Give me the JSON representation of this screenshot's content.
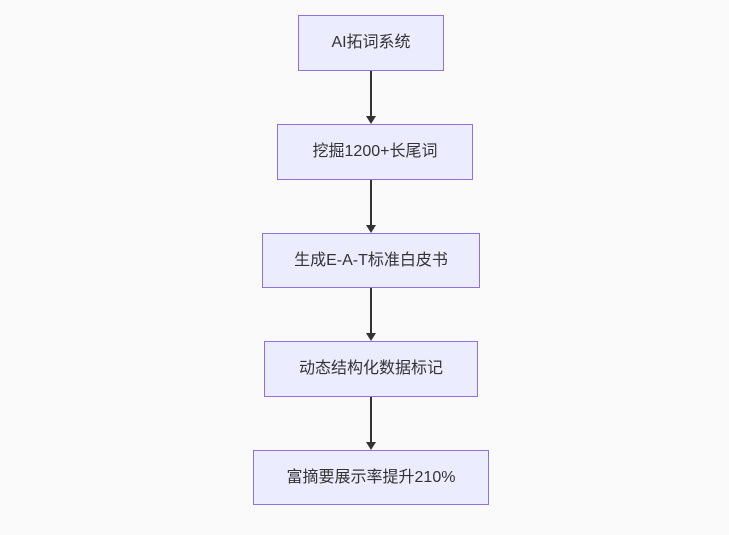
{
  "colors": {
    "canvas_bg": "#fafafa",
    "node_fill": "#ECECFF",
    "node_border": "#9370DB",
    "edge_color": "#333333",
    "text_color": "#333333"
  },
  "flowchart": {
    "type": "flowchart",
    "direction": "top-down",
    "nodes": [
      {
        "id": "A",
        "label": "AI拓词系统"
      },
      {
        "id": "B",
        "label": "挖掘1200+长尾词"
      },
      {
        "id": "C",
        "label": "生成E-A-T标准白皮书"
      },
      {
        "id": "D",
        "label": "动态结构化数据标记"
      },
      {
        "id": "E",
        "label": "富摘要展示率提升210%"
      }
    ],
    "edges": [
      {
        "from": "A",
        "to": "B"
      },
      {
        "from": "B",
        "to": "C"
      },
      {
        "from": "C",
        "to": "D"
      },
      {
        "from": "D",
        "to": "E"
      }
    ]
  }
}
